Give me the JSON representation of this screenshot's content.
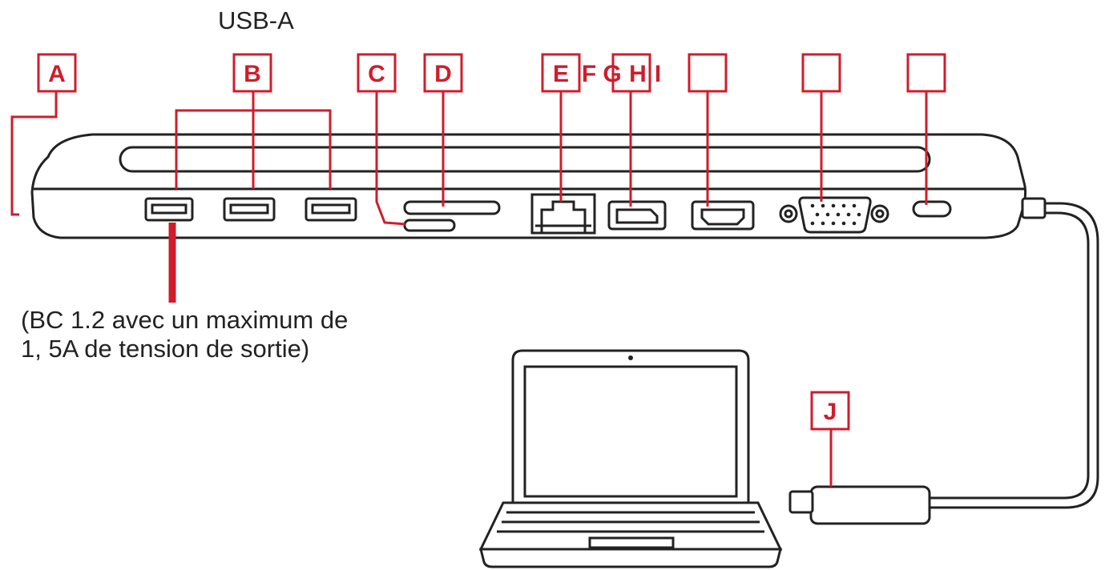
{
  "labels": {
    "A": "A",
    "B": "B",
    "C": "C",
    "D": "D",
    "E": "E",
    "F": "F",
    "G": "G",
    "H": "H",
    "I": "I",
    "J": "J"
  },
  "captions": {
    "usb_a": "USB-A",
    "bc_note_line1": "(BC 1.2 avec un maximum de",
    "bc_note_line2": "1, 5A de tension de sortie)"
  },
  "colors": {
    "callout": "#d01c2b",
    "ink": "#222222",
    "background": "#ffffff"
  },
  "icons": {
    "dock": "usb-c-docking-station",
    "laptop": "laptop-icon",
    "cable": "usb-c-cable"
  }
}
